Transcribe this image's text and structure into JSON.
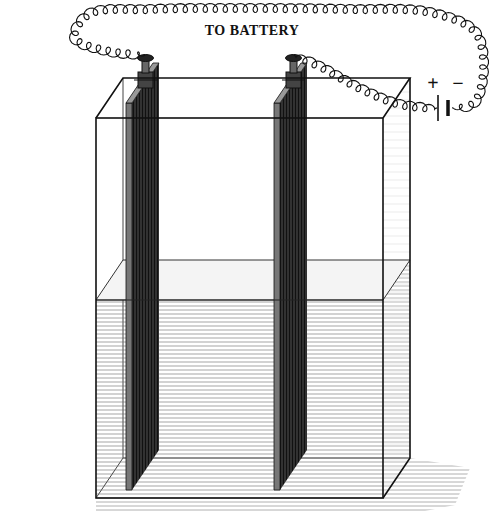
{
  "diagram": {
    "labels": [
      "TO BATTERY",
      "+",
      "−"
    ]
  }
}
